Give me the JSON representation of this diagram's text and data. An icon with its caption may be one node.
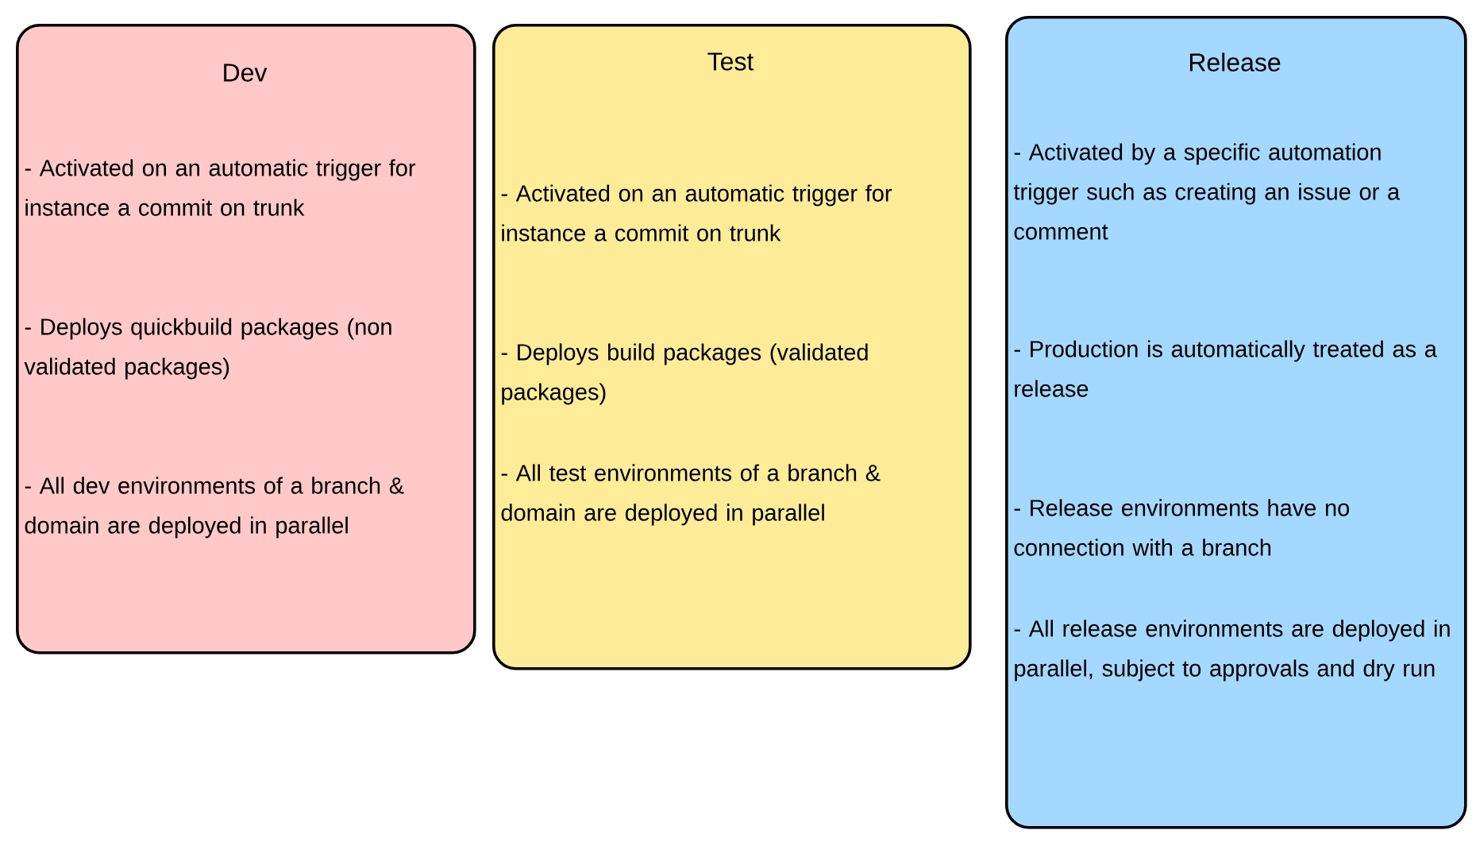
{
  "diagram": {
    "nodes": [
      {
        "text": [
          "Dev",
          "- Activated on an automatic trigger for instance a commit on trunk",
          "- Deploys quickbuild packages (non validated packages)",
          "- All dev environments of a branch & domain are deployed in parallel"
        ]
      },
      {
        "text": [
          "Test",
          "- Activated on an automatic trigger for instance a commit on trunk",
          "- Deploys build packages (validated packages)",
          "- All test environments of a branch & domain are deployed in parallel"
        ]
      },
      {
        "text": [
          "Release",
          "- Activated by a specific automation trigger such as creating an issue or a comment",
          "- Production is automatically treated as a release",
          "- Release environments have no connection with a branch",
          "- All release environments are deployed in parallel, subject to approvals and dry run"
        ]
      }
    ],
    "edges": []
  }
}
